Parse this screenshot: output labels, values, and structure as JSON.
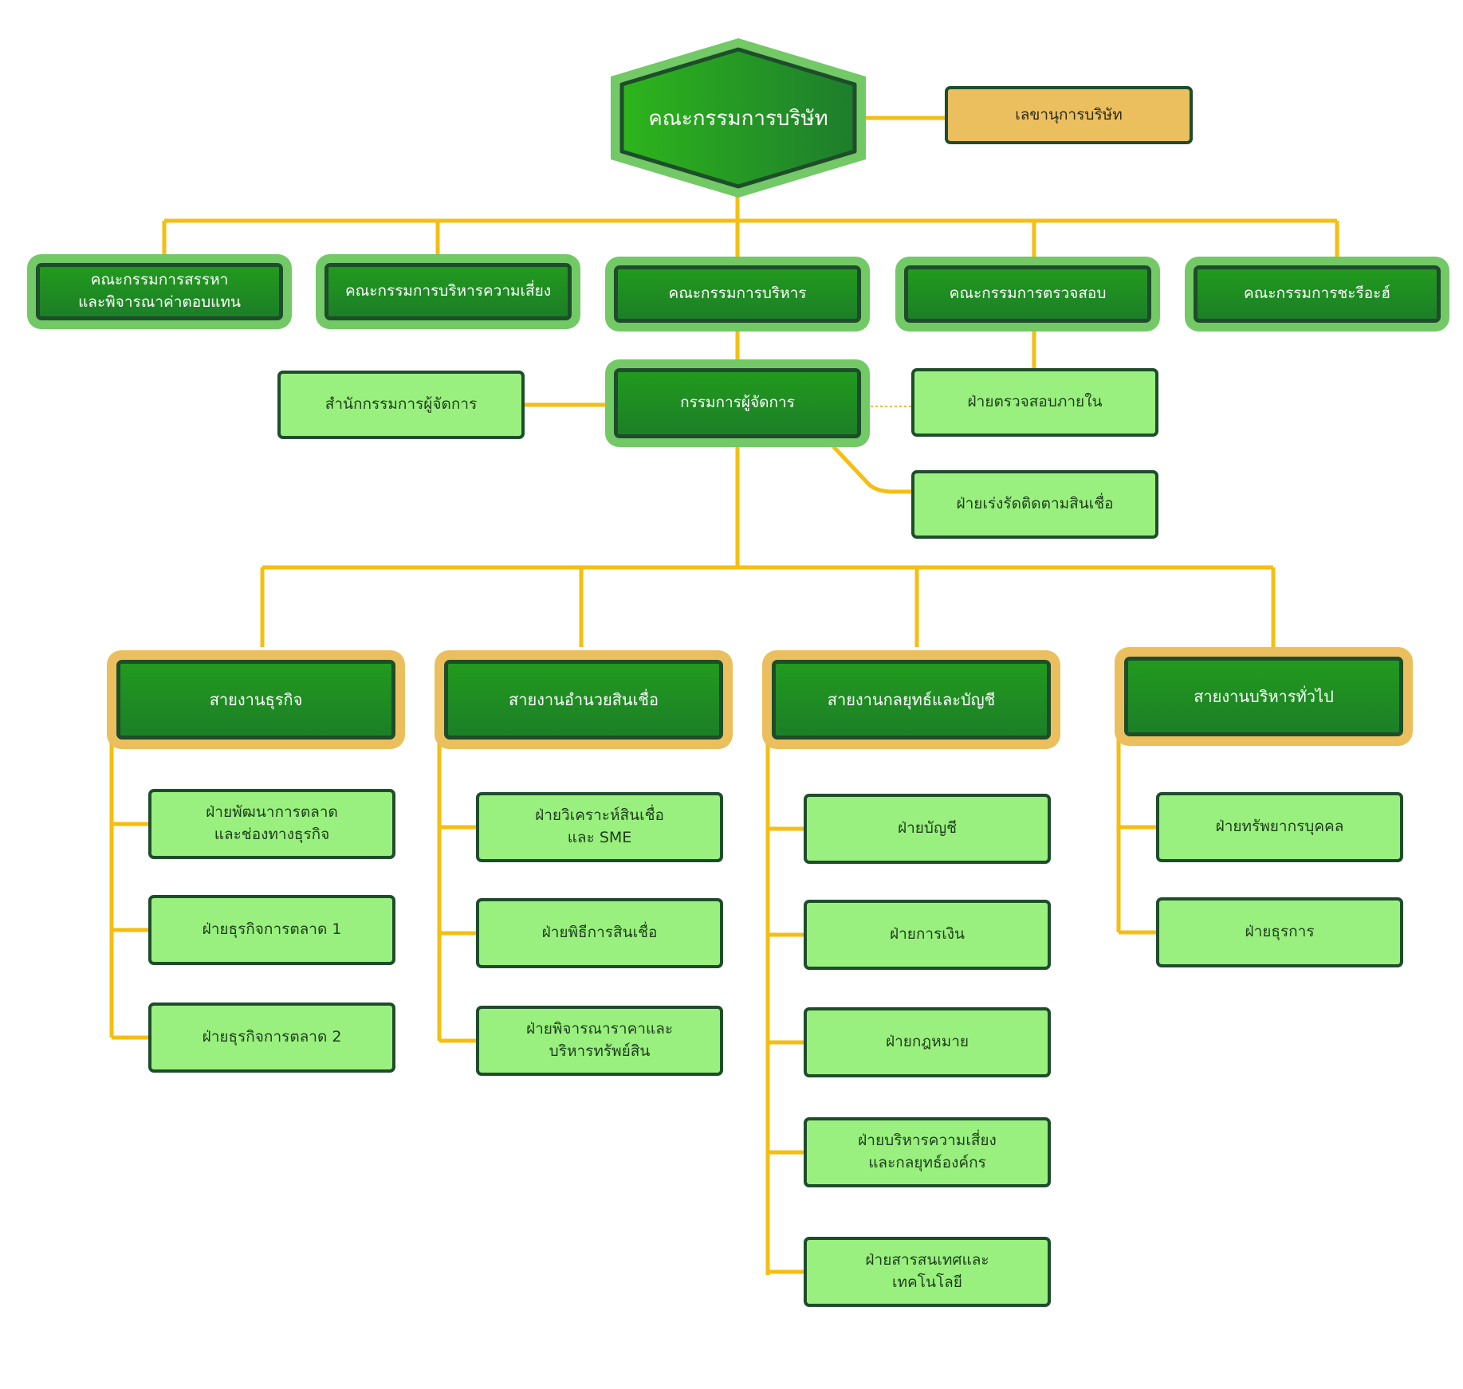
{
  "board": {
    "label": "คณะกรรมการบริษัท"
  },
  "secretary": {
    "label": "เลขานุการบริษัท"
  },
  "committees": [
    {
      "label": "คณะกรรมการสรรหา\nและพิจารณาค่าตอบแทน"
    },
    {
      "label": "คณะกรรมการบริหารความเสี่ยง"
    },
    {
      "label": "คณะกรรมการบริหาร"
    },
    {
      "label": "คณะกรรมการตรวจสอบ"
    },
    {
      "label": "คณะกรรมการชะรีอะฮ์"
    }
  ],
  "md": {
    "label": "กรรมการผู้จัดการ"
  },
  "md_office": {
    "label": "สำนักกรรมการผู้จัดการ"
  },
  "internal_audit": {
    "label": "ฝ่ายตรวจสอบภายใน"
  },
  "collection": {
    "label": "ฝ่ายเร่งรัดติดตามสินเชื่อ"
  },
  "divisions": [
    {
      "label": "สายงานธุรกิจ",
      "departments": [
        {
          "label": "ฝ่ายพัฒนาการตลาด\nและช่องทางธุรกิจ"
        },
        {
          "label": "ฝ่ายธุรกิจการตลาด 1"
        },
        {
          "label": "ฝ่ายธุรกิจการตลาด 2"
        }
      ]
    },
    {
      "label": "สายงานอำนวยสินเชื่อ",
      "departments": [
        {
          "label": "ฝ่ายวิเคราะห์สินเชื่อ\nและ SME"
        },
        {
          "label": "ฝ่ายพิธีการสินเชื่อ"
        },
        {
          "label": "ฝ่ายพิจารณาราคาและ\nบริหารทรัพย์สิน"
        }
      ]
    },
    {
      "label": "สายงานกลยุทธ์และบัญชี",
      "departments": [
        {
          "label": "ฝ่ายบัญชี"
        },
        {
          "label": "ฝ่ายการเงิน"
        },
        {
          "label": "ฝ่ายกฎหมาย"
        },
        {
          "label": "ฝ่ายบริหารความเสี่ยง\nและกลยุทธ์องค์กร"
        },
        {
          "label": "ฝ่ายสารสนเทศและ\nเทคโนโลยี"
        }
      ]
    },
    {
      "label": "สายงานบริหารทั่วไป",
      "departments": [
        {
          "label": "ฝ่ายทรัพยากรบุคคล"
        },
        {
          "label": "ฝ่ายธุรการ"
        }
      ]
    }
  ]
}
